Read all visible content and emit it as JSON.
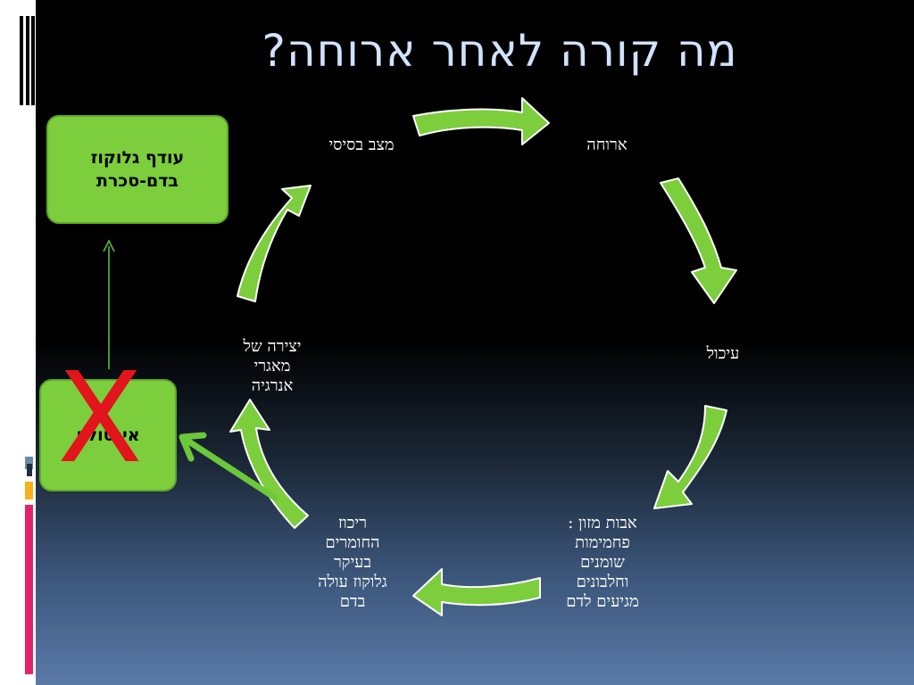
{
  "title": "מה קורה לאחר ארוחה?",
  "cycle_nodes": {
    "meal": "ארוחה",
    "digestion": "עיכול",
    "absorption": [
      "אבות מזון :",
      "פחמימות",
      "שומנים",
      "וחלבונים",
      "מגיעים לדם"
    ],
    "concentration": [
      "ריכוז",
      "החומרים",
      "בעיקר",
      "גלוקוז עולה",
      "בדם"
    ],
    "storage": [
      "יצירה של",
      "מאגרי",
      "אנרגיה"
    ],
    "baseline": "מצב בסיסי"
  },
  "side_boxes": {
    "surplus": [
      "עודף גלוקוז",
      "בדם-סכרת"
    ],
    "insulin": "אינסולין",
    "x_mark": "X"
  },
  "colors": {
    "arrow_green": "#7cce3c",
    "arrow_stroke": "#ffffff",
    "x_red": "#e2141c",
    "title": "#cfe3ff"
  }
}
